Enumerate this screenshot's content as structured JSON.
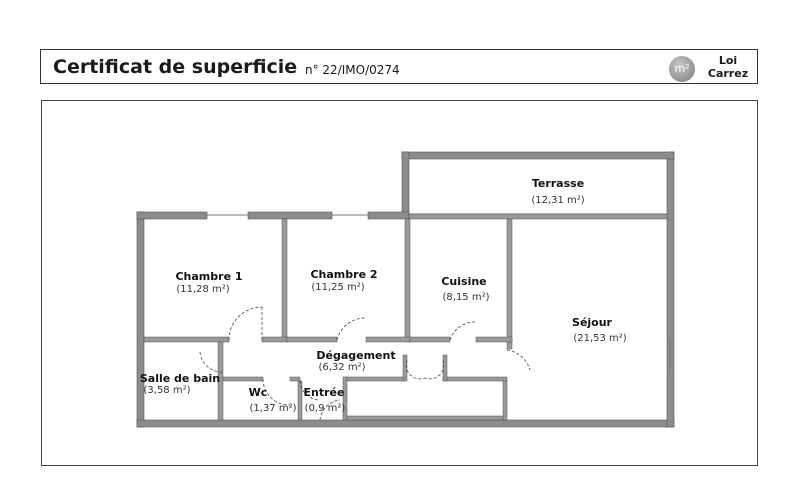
{
  "header": {
    "title": "Certificat de superficie",
    "certificate_number": "n° 22/IMO/0274",
    "badge_symbol": "m²",
    "badge_label_line1": "Loi",
    "badge_label_line2": "Carrez"
  },
  "rooms": {
    "terrasse": {
      "name": "Terrasse",
      "area": "(12,31 m²)"
    },
    "chambre1": {
      "name": "Chambre 1",
      "area": "(11,28 m²)"
    },
    "chambre2": {
      "name": "Chambre 2",
      "area": "(11,25 m²)"
    },
    "cuisine": {
      "name": "Cuisine",
      "area": "(8,15 m²)"
    },
    "sejour": {
      "name": "Séjour",
      "area": "(21,53 m²)"
    },
    "degagement": {
      "name": "Dégagement",
      "area": "(6,32 m²)"
    },
    "salle_de_bain": {
      "name": "Salle de bain",
      "area": "(3,58 m²)"
    },
    "wc": {
      "name": "Wc",
      "area": "(1,37 m²)"
    },
    "entree": {
      "name": "Entrée",
      "area": "(0,9 m²)"
    }
  },
  "colors": {
    "wall": "#8c8c8c",
    "wall_outline": "#555555",
    "text": "#111111"
  }
}
